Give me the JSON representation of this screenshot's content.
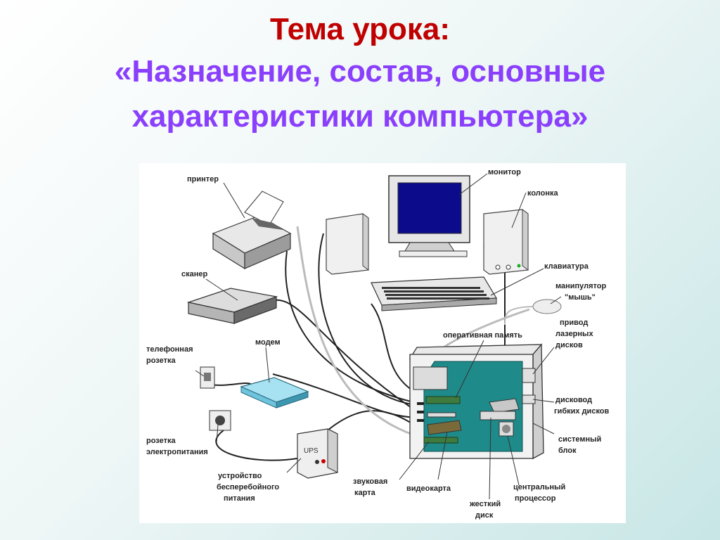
{
  "title": {
    "line1": "Тема урока:",
    "line2": "«Назначение, состав, основные",
    "line3": "характеристики компьютера»"
  },
  "labels": {
    "printer": "принтер",
    "monitor": "монитор",
    "speaker": "колонка",
    "scanner": "сканер",
    "keyboard": "клавиатура",
    "mouse_1": "манипулятор",
    "mouse_2": "\"мышь\"",
    "phone_socket_1": "телефонная",
    "phone_socket_2": "розетка",
    "modem": "модем",
    "ram": "оперативная память",
    "cd_drive_1": "привод",
    "cd_drive_2": "лазерных",
    "cd_drive_3": "дисков",
    "floppy_1": "дисковод",
    "floppy_2": "гибких дисков",
    "system_unit_1": "системный",
    "system_unit_2": "блок",
    "power_socket_1": "розетка",
    "power_socket_2": "электропитания",
    "ups_1": "устройство",
    "ups_2": "бесперебойного",
    "ups_3": "питания",
    "ups_badge": "UPS",
    "sound_card_1": "звуковая",
    "sound_card_2": "карта",
    "video_card": "видеокарта",
    "hdd_1": "жесткий",
    "hdd_2": "диск",
    "cpu_1": "центральный",
    "cpu_2": "процессор"
  },
  "colors": {
    "title_red": "#c00000",
    "title_purple": "#8a3ffc",
    "motherboard": "#1f8a8a",
    "screen": "#0b0b8c",
    "modem": "#a7e2f2",
    "ram": "#3f7a3f"
  }
}
